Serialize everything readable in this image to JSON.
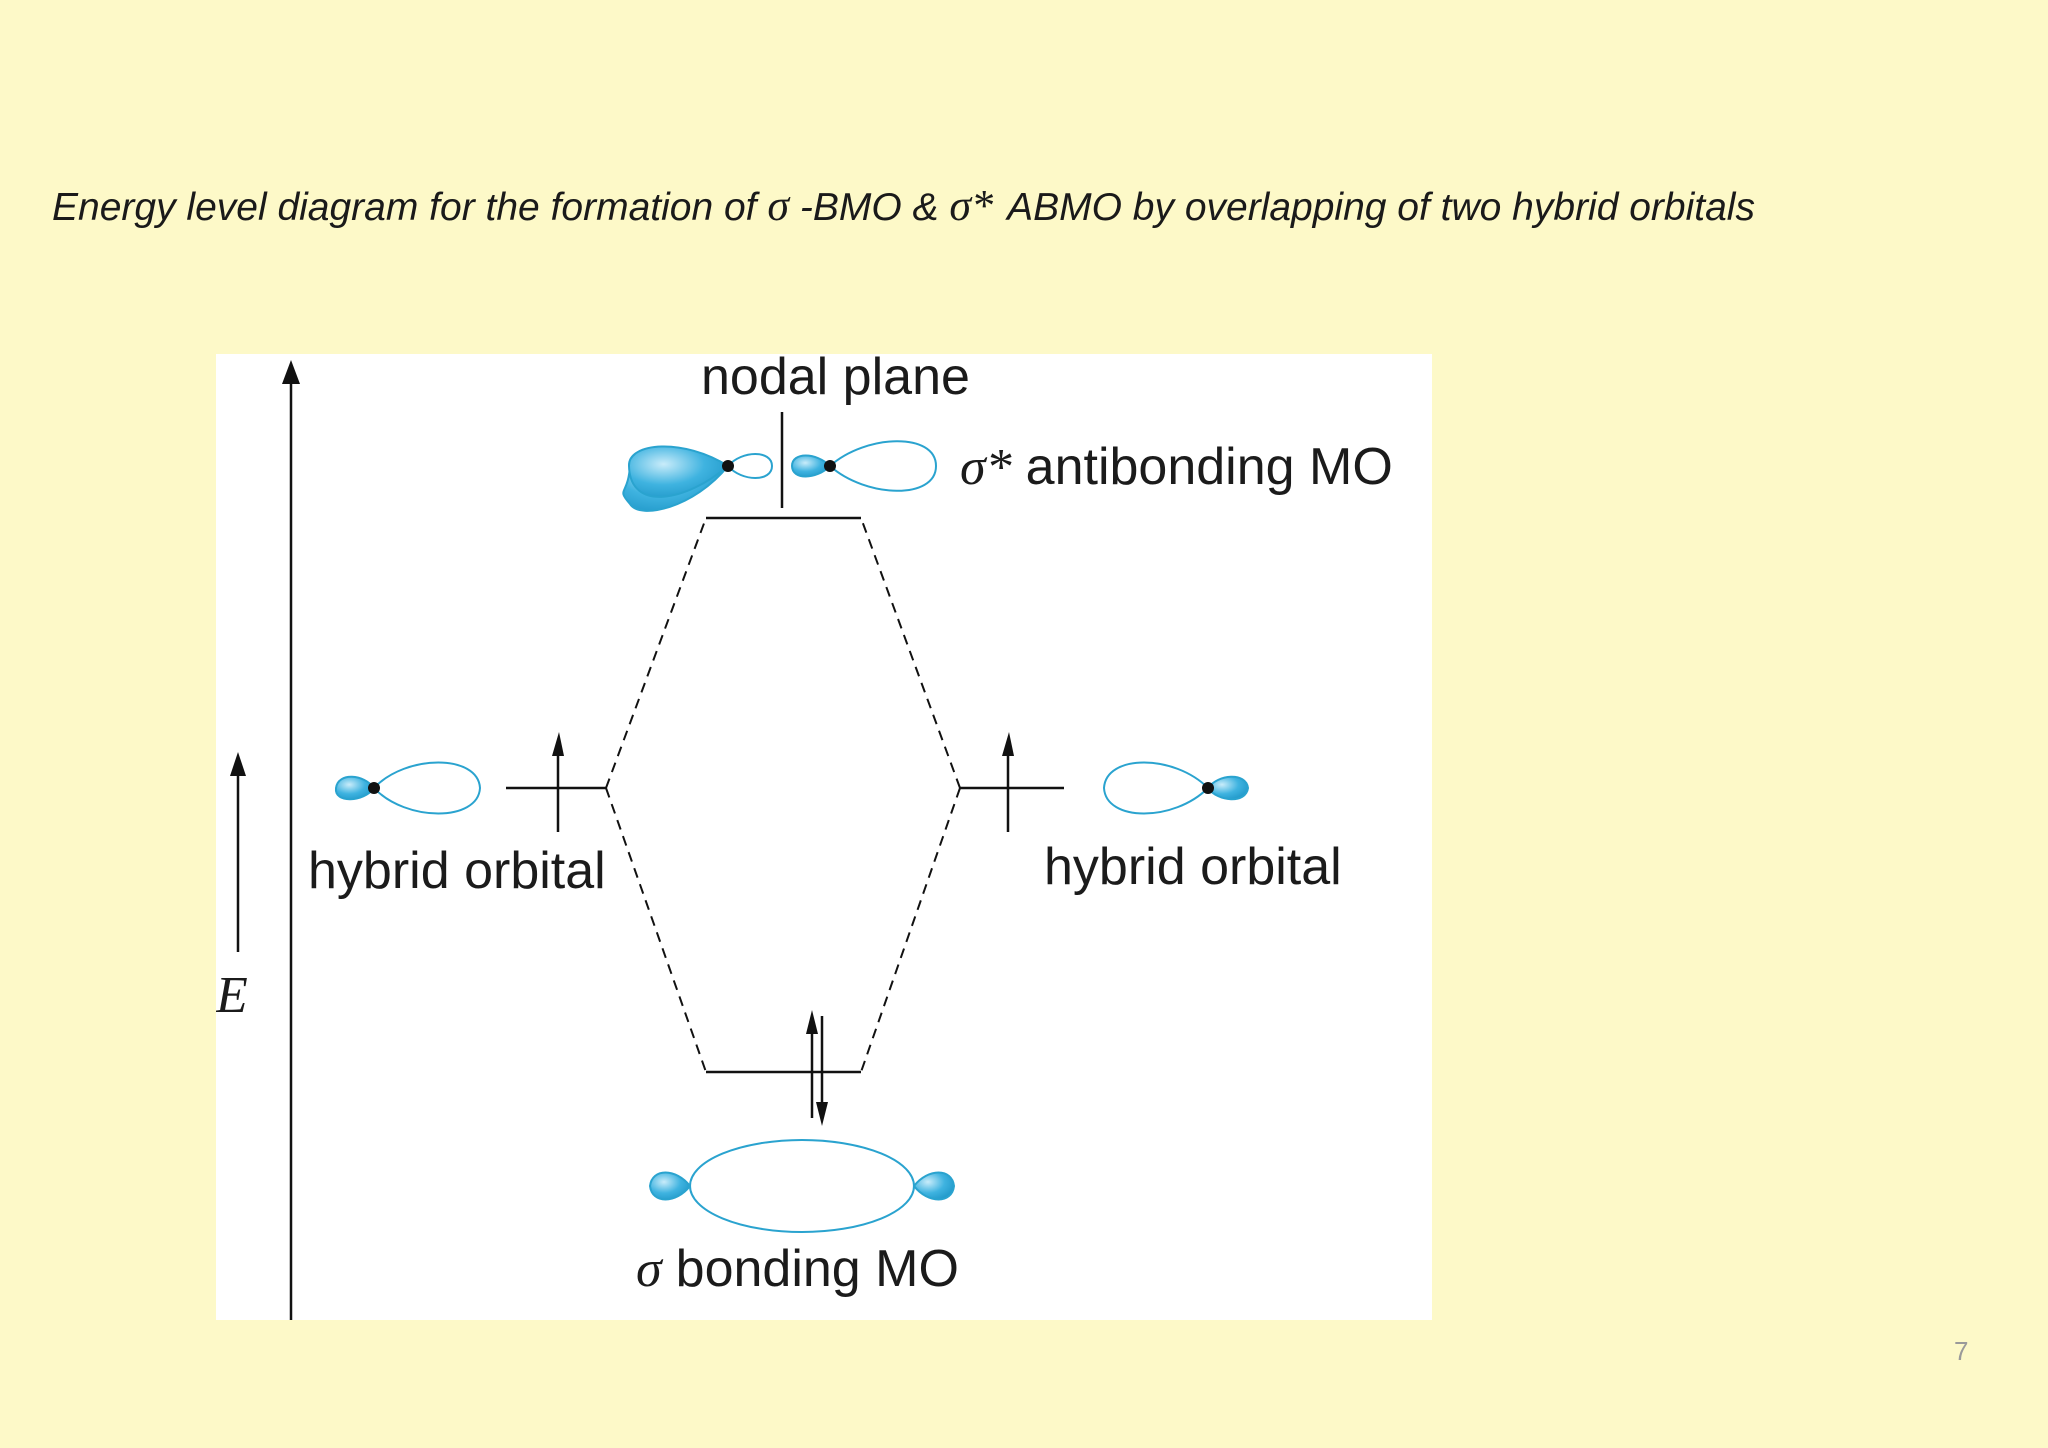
{
  "slide": {
    "title_prefix": "Energy level diagram for the formation of ",
    "title_sigma": "σ",
    "title_middle": " -BMO & ",
    "title_sigma_star": "σ*",
    "title_suffix": "ABMO by overlapping of two hybrid orbitals",
    "page_number": "7"
  },
  "diagram": {
    "nodal_plane_label": "nodal plane",
    "antibonding_symbol": "σ*",
    "antibonding_label": "antibonding MO",
    "bonding_symbol": "σ",
    "bonding_label": "bonding MO",
    "left_orbital_label": "hybrid orbital",
    "right_orbital_label": "hybrid orbital",
    "energy_axis_label": "E"
  },
  "colors": {
    "background": "#fdf9c8",
    "orbital_fill": "#3fb3e0",
    "orbital_line": "#2aa3cf"
  }
}
